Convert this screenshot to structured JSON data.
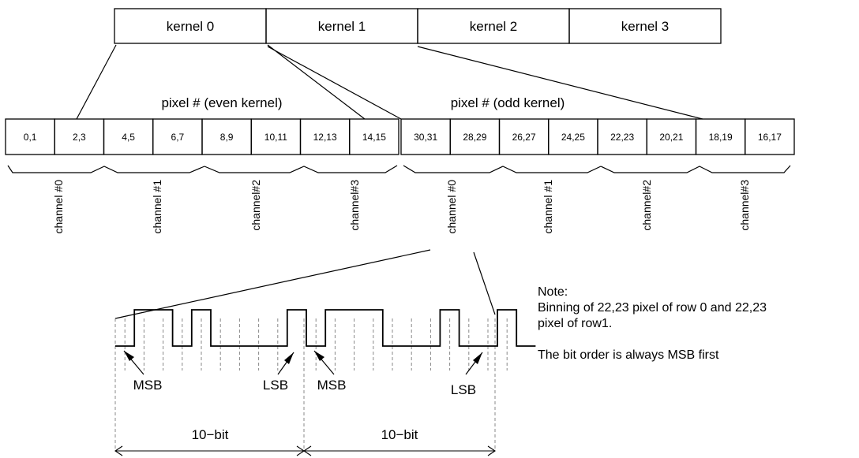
{
  "kernels": [
    "kernel 0",
    "kernel 1",
    "kernel 2",
    "kernel 3"
  ],
  "headings": {
    "even": "pixel # (even kernel)",
    "odd": "pixel # (odd kernel)"
  },
  "even_pixels": [
    "0,1",
    "2,3",
    "4,5",
    "6,7",
    "8,9",
    "10,11",
    "12,13",
    "14,15"
  ],
  "odd_pixels": [
    "30,31",
    "28,29",
    "26,27",
    "24,25",
    "22,23",
    "20,21",
    "18,19",
    "16,17"
  ],
  "even_channels": [
    "channel #0",
    "channel #1",
    "channel#2",
    "channel#3"
  ],
  "odd_channels": [
    "channel #0",
    "channel #1",
    "channel#2",
    "channel#3"
  ],
  "waveform": {
    "bits": [
      0,
      1,
      1,
      0,
      1,
      0,
      0,
      0,
      0,
      1,
      0,
      1,
      1,
      1,
      0,
      0,
      0,
      1,
      0,
      0,
      1,
      0
    ],
    "msb_label": "MSB",
    "lsb_label": "LSB",
    "word_label": "10−bit"
  },
  "note": {
    "title": "Note:",
    "line1": "Binning of 22,23 pixel of row 0 and 22,23",
    "line2": "pixel of row1.",
    "line3": "The bit order is always MSB first"
  }
}
